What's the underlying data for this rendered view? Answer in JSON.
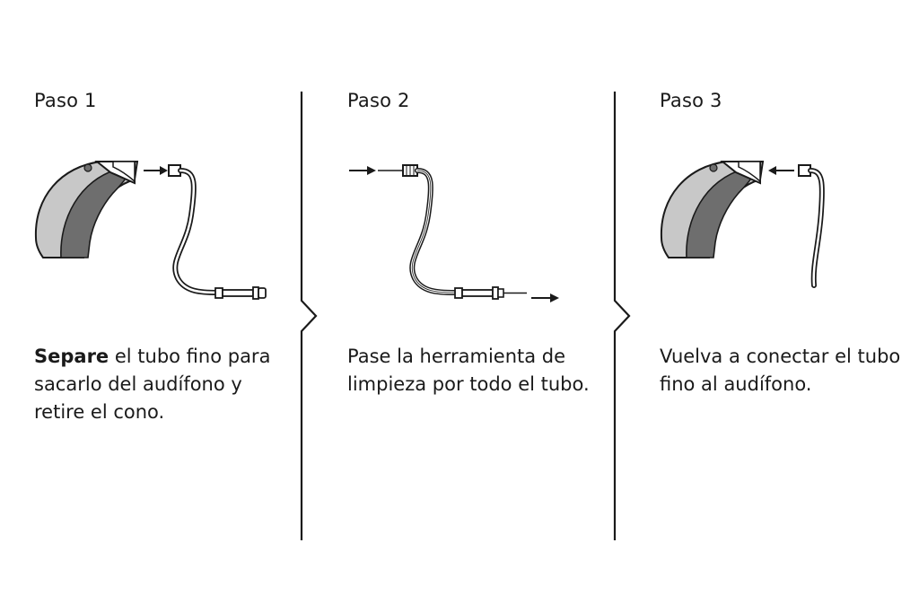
{
  "steps": [
    {
      "title": "Paso 1",
      "text_bold": "Separe",
      "text": " el tubo fino para sacarlo del audífono y retire el cono."
    },
    {
      "title": "Paso 2",
      "text_bold": "",
      "text": "Pase la herramienta de limpieza por todo el tubo."
    },
    {
      "title": "Paso 3",
      "text_bold": "",
      "text": "Vuelva a conectar el tubo fino al audífono."
    }
  ],
  "colors": {
    "line": "#1a1a1a",
    "device_light": "#c4c4c4",
    "device_dark": "#6e6e6e",
    "tube": "#ffffff"
  }
}
